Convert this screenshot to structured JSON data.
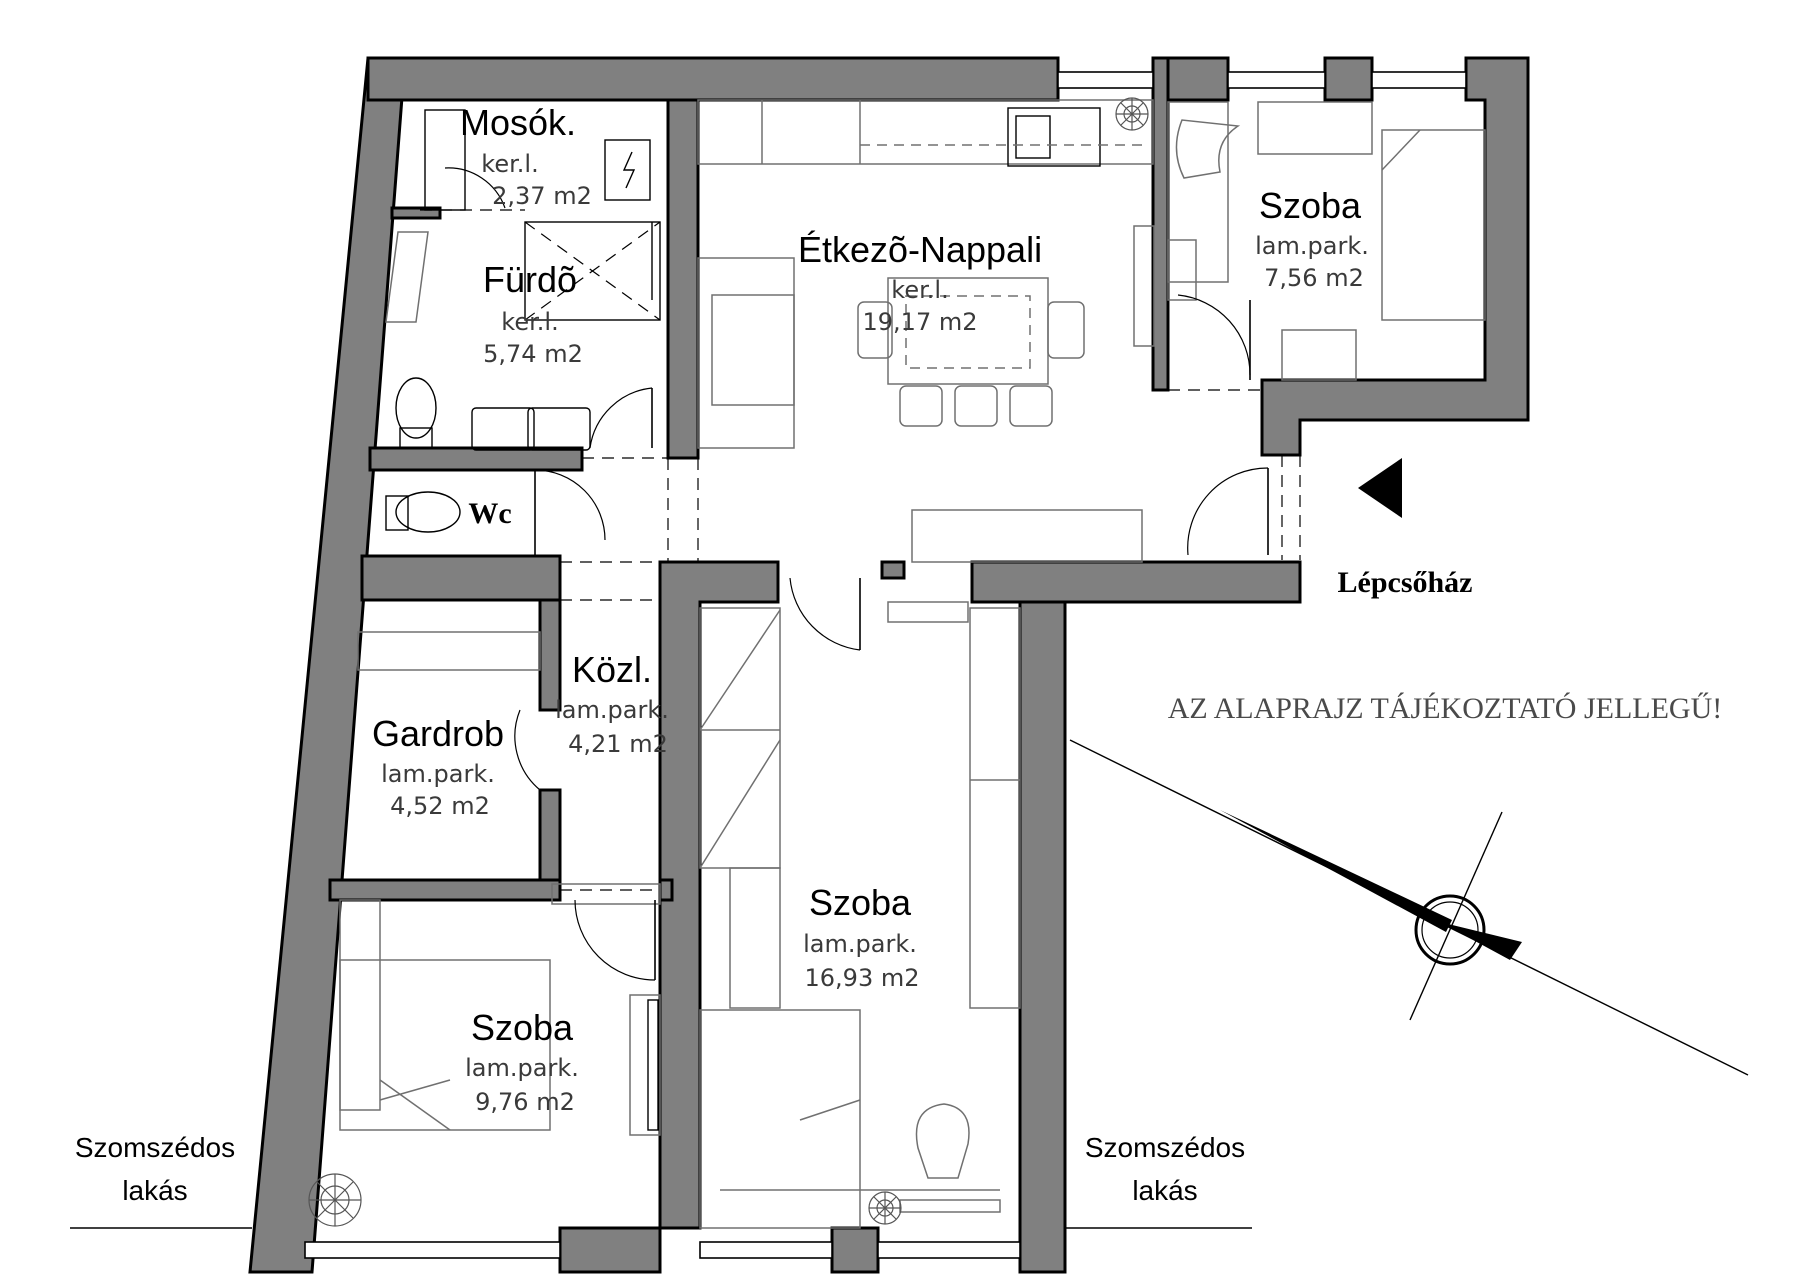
{
  "rooms": {
    "mosokonyha": {
      "name": "Mosók.",
      "floor": "ker.l.",
      "area": "2,37  m2"
    },
    "furdo": {
      "name": "Fürdõ",
      "floor": "ker.l.",
      "area": "5,74  m2"
    },
    "wc": {
      "name": "Wc"
    },
    "etkezo_nappali": {
      "name": "Étkezõ-Nappali",
      "floor": "ker.l.",
      "area": "19,17  m2"
    },
    "szoba_ne": {
      "name": "Szoba",
      "floor": "lam.park.",
      "area": "7,56  m2"
    },
    "kozlekedo": {
      "name": "Közl.",
      "floor": "lam.park.",
      "area": "4,21  m2"
    },
    "gardrob": {
      "name": "Gardrob",
      "floor": "lam.park.",
      "area": "4,52  m2"
    },
    "szoba_center": {
      "name": "Szoba",
      "floor": "lam.park.",
      "area": "16,93  m2"
    },
    "szoba_sw": {
      "name": "Szoba",
      "floor": "lam.park.",
      "area": "9,76  m2"
    }
  },
  "labels": {
    "stairwell": "Lépcsőház",
    "neighbor_left_line1": "Szomszédos",
    "neighbor_left_line2": "lakás",
    "neighbor_right_line1": "Szomszédos",
    "neighbor_right_line2": "lakás",
    "disclaimer": "AZ ALAPRAJZ TÁJÉKOZTATÓ JELLEGŰ!"
  },
  "icons": {
    "entrance": "entrance-arrow-icon",
    "north": "north-arrow-icon",
    "plant": "plant-icon"
  },
  "colors": {
    "wall_fill": "#808080",
    "line": "#000000",
    "furniture": "#707070"
  }
}
